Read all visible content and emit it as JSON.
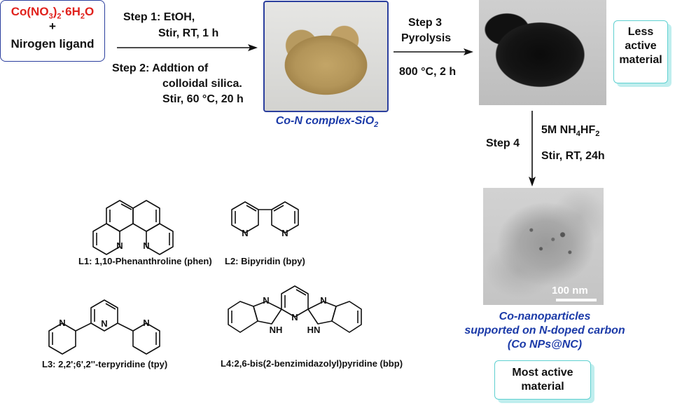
{
  "reactant": {
    "formula_main": "Co(NO",
    "formula_sub3": "3",
    "formula_paren": ")",
    "formula_sub2": "2",
    "formula_hydrate": "·6H",
    "formula_subh": "2",
    "formula_o": "O",
    "plus": "+",
    "ligand": "Nirogen ligand"
  },
  "steps": {
    "step1_line1": "Step 1: EtOH,",
    "step1_line2": "Stir, RT, 1 h",
    "step2_line1": "Step 2: Addtion of",
    "step2_line2": "colloidal silica.",
    "step2_line3": "Stir, 60 °C, 20 h",
    "step3_line1": "Step 3",
    "step3_line2": "Pyrolysis",
    "step3_line3": "800 °C, 2 h",
    "step4": "Step 4",
    "step4_reagent_pre": "5M NH",
    "step4_reagent_sub4": "4",
    "step4_reagent_mid": "HF",
    "step4_reagent_sub2": "2",
    "step4_cond": "Stir, RT, 24h"
  },
  "complex_caption_pre": "Co-N complex-SiO",
  "complex_caption_sub": "2",
  "less_active": [
    "Less",
    "active",
    "material"
  ],
  "scale_bar": "100 nm",
  "product_caption": [
    "Co-nanoparticles",
    "supported on N-doped carbon",
    "(Co NPs@NC)"
  ],
  "most_active": [
    "Most active",
    "material"
  ],
  "ligands": {
    "l1": "L1: 1,10-Phenanthroline (phen)",
    "l2": "L2: Bipyridin (bpy)",
    "l3": "L3: 2,2';6',2''-terpyridine (tpy)",
    "l4": "L4:2,6-bis(2-benzimidazolyl)pyridine (bbp)",
    "atom_n": "N",
    "atom_nh": "NH",
    "atom_hn": "HN"
  },
  "colors": {
    "red": "#e0211c",
    "blue": "#1b3aa8",
    "box_border": "#2b3f9e",
    "tag_border": "#5fd0d0"
  }
}
